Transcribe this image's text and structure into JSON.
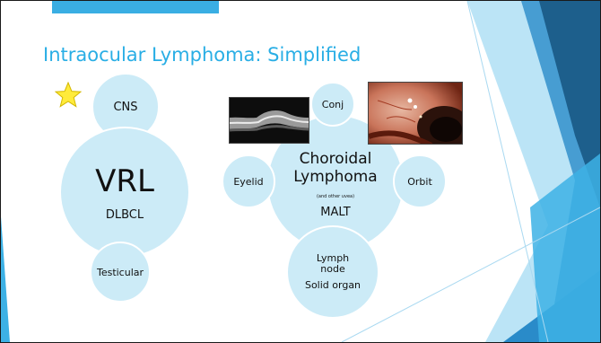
{
  "colors": {
    "accent": "#3aaee3",
    "title": "#29aee5",
    "bubble": "#cdeaf6",
    "deco_dark": "#1d5f8c",
    "deco_mid": "#2a8bc9",
    "deco_light": "#3db1e5",
    "star": "#ffeb3b"
  },
  "slide": {
    "title": "Intraocular Lymphoma: Simplified"
  },
  "star_icon": "star-icon",
  "left_cluster": {
    "top": {
      "label": "CNS"
    },
    "main": {
      "title": "VRL",
      "subtitle": "DLBCL"
    },
    "bottom": {
      "label": "Testicular"
    }
  },
  "right_cluster": {
    "top": {
      "label": "Conj"
    },
    "left": {
      "label": "Eyelid"
    },
    "right": {
      "label": "Orbit"
    },
    "main": {
      "title_line1": "Choroidal",
      "title_line2": "Lymphoma",
      "note": "(and other uvea)",
      "subtitle": "MALT"
    },
    "bottom": {
      "line1": "Lymph",
      "line2": "node",
      "line3": "Solid organ"
    }
  }
}
